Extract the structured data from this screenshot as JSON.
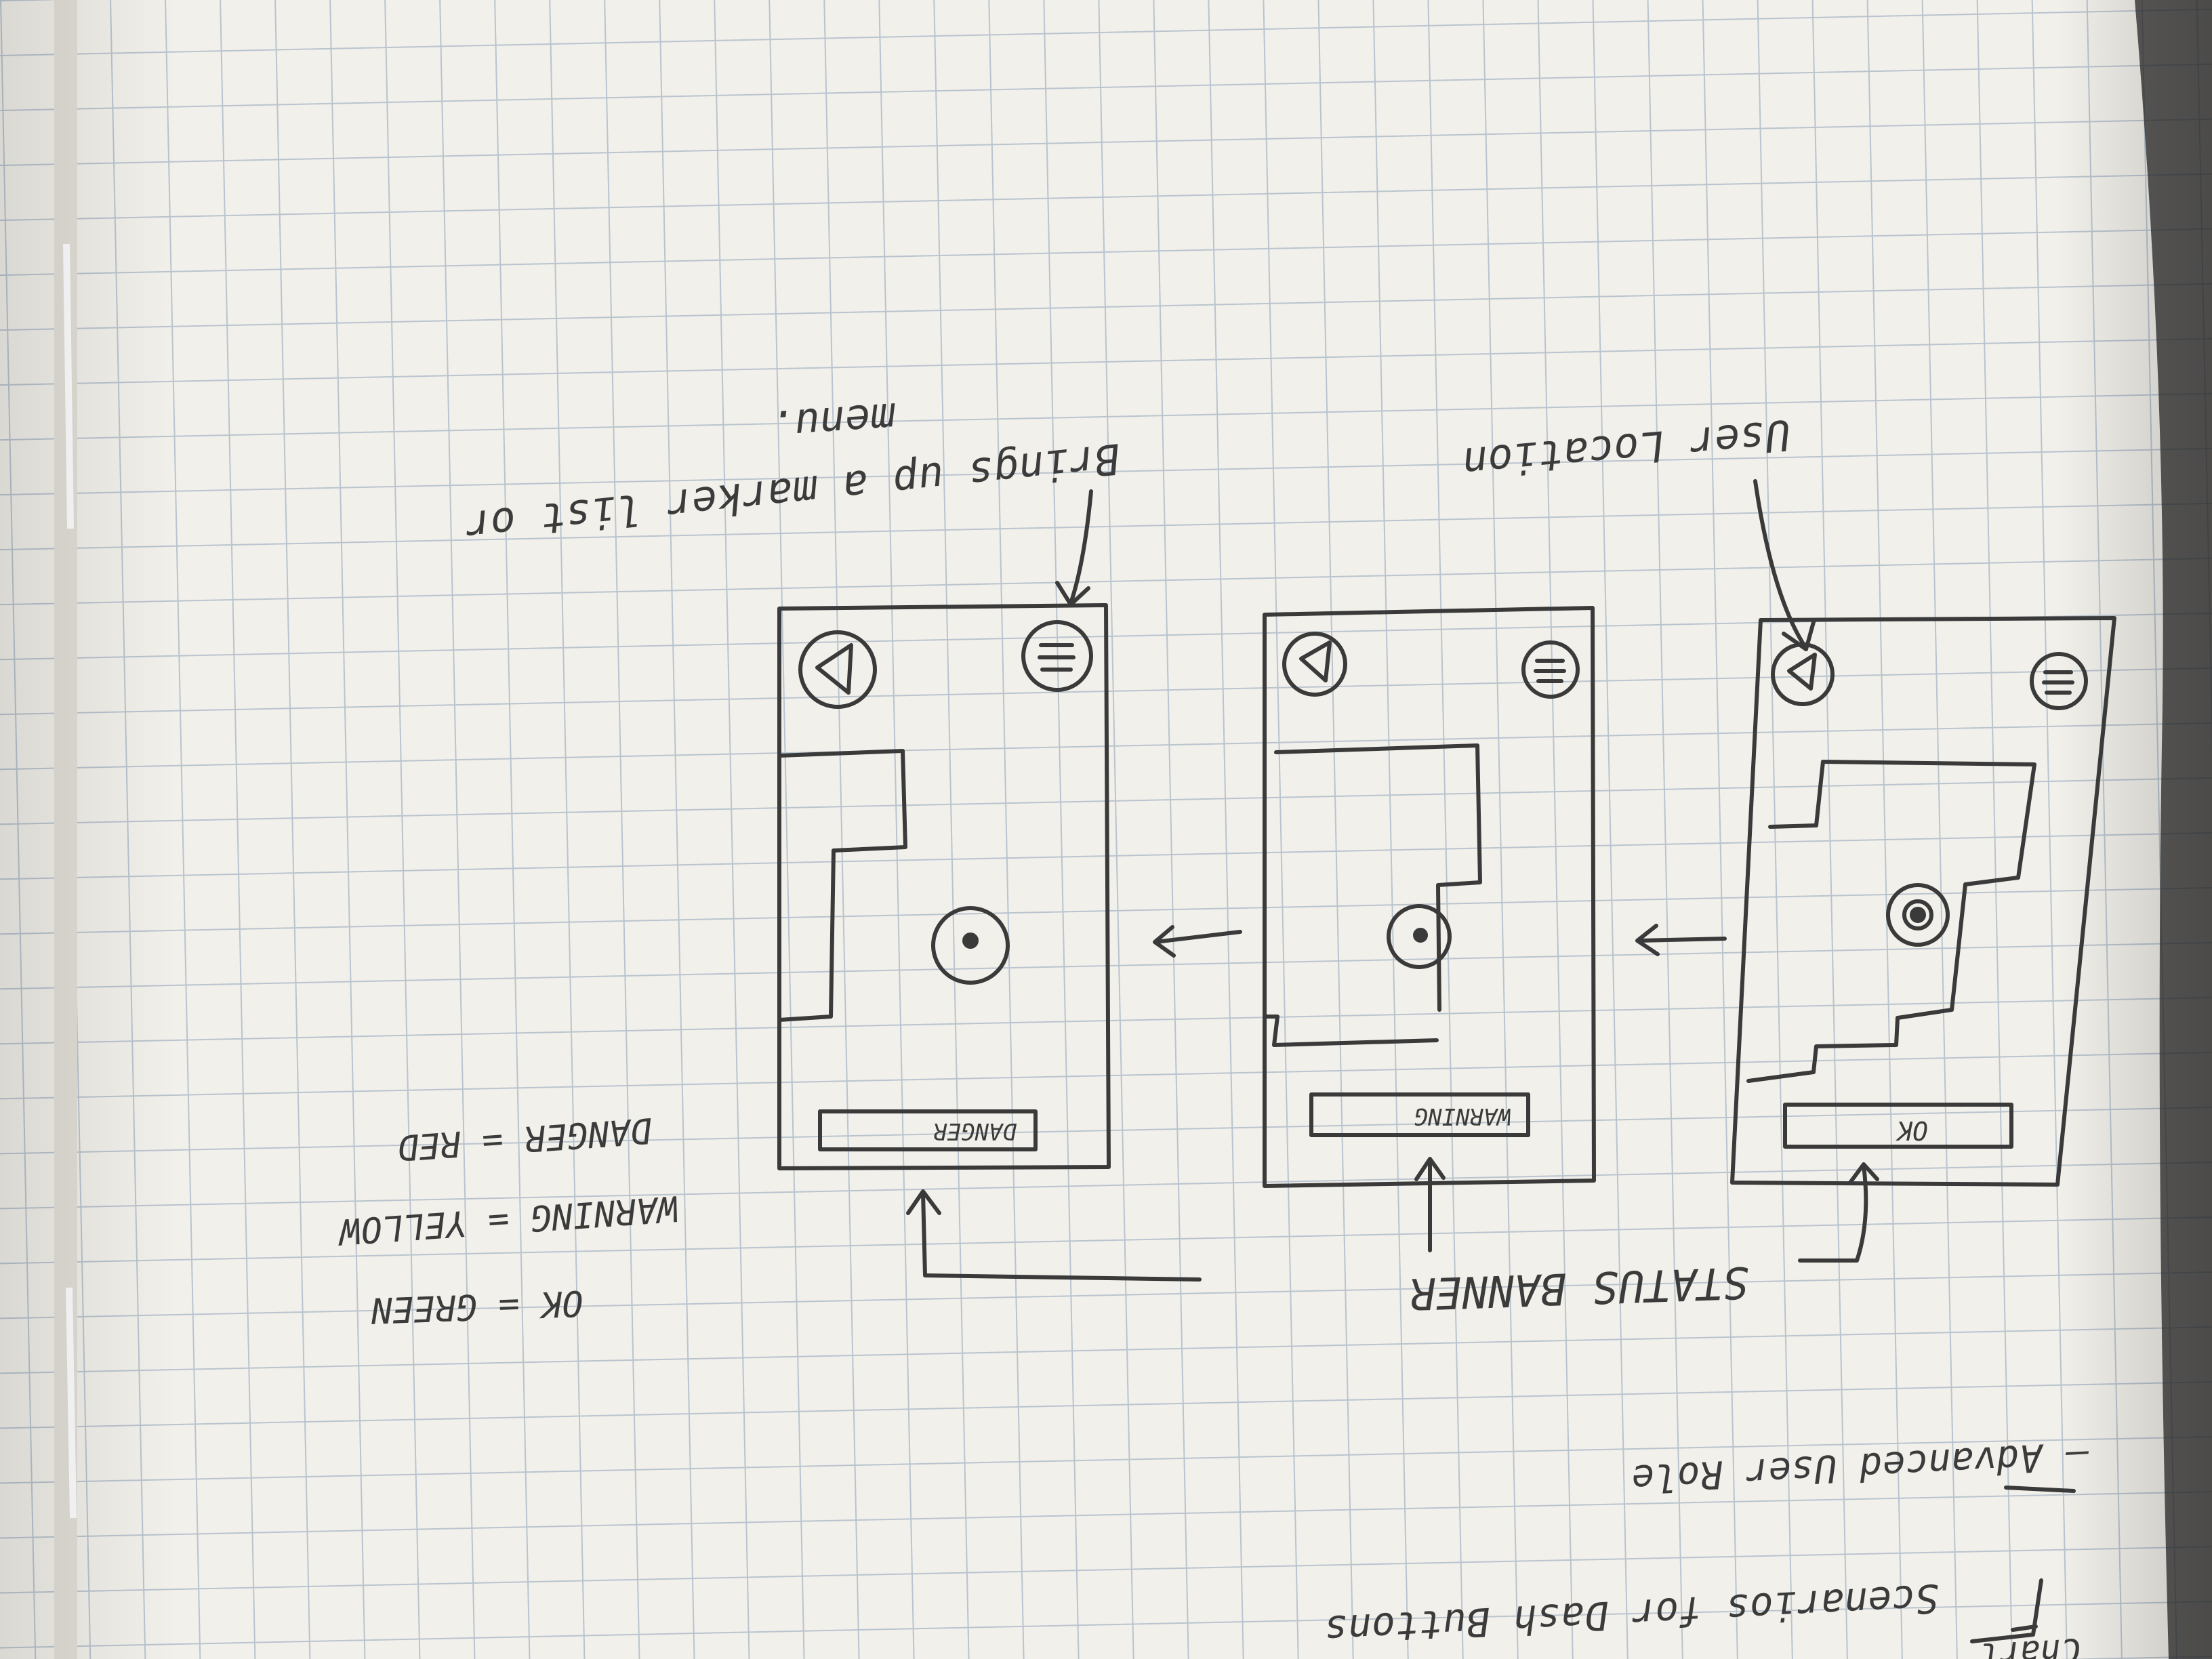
{
  "notebook": {
    "header_title": "Scenarios for Dash Buttons",
    "header_prefix": "Chart",
    "subtitle": "— Advanced User Role"
  },
  "annotations": {
    "menu_note_line1": "Brings up a marker list or",
    "menu_note_line2": "menu.",
    "user_location": "User Location",
    "status_banner": "STATUS BANNER",
    "legend": [
      "OK = GREEN",
      "WARNING = YELLOW",
      "DANGER = RED"
    ]
  },
  "screens": [
    {
      "id": "danger",
      "banner_label": "DANGER",
      "status_color": "#d33a2c"
    },
    {
      "id": "warning",
      "banner_label": "WARNING",
      "status_color": "#e2b72a"
    },
    {
      "id": "ok",
      "banner_label": "OK",
      "status_color": "#3b9b3b"
    }
  ],
  "icons": {
    "top_left": "location-arrow-icon",
    "top_right": "menu-icon",
    "map_center": "user-location-dot-icon"
  },
  "colors": {
    "paper": "#f4f2ec",
    "grid": "#b7c2cd",
    "pencil": "#3a3a3a"
  }
}
